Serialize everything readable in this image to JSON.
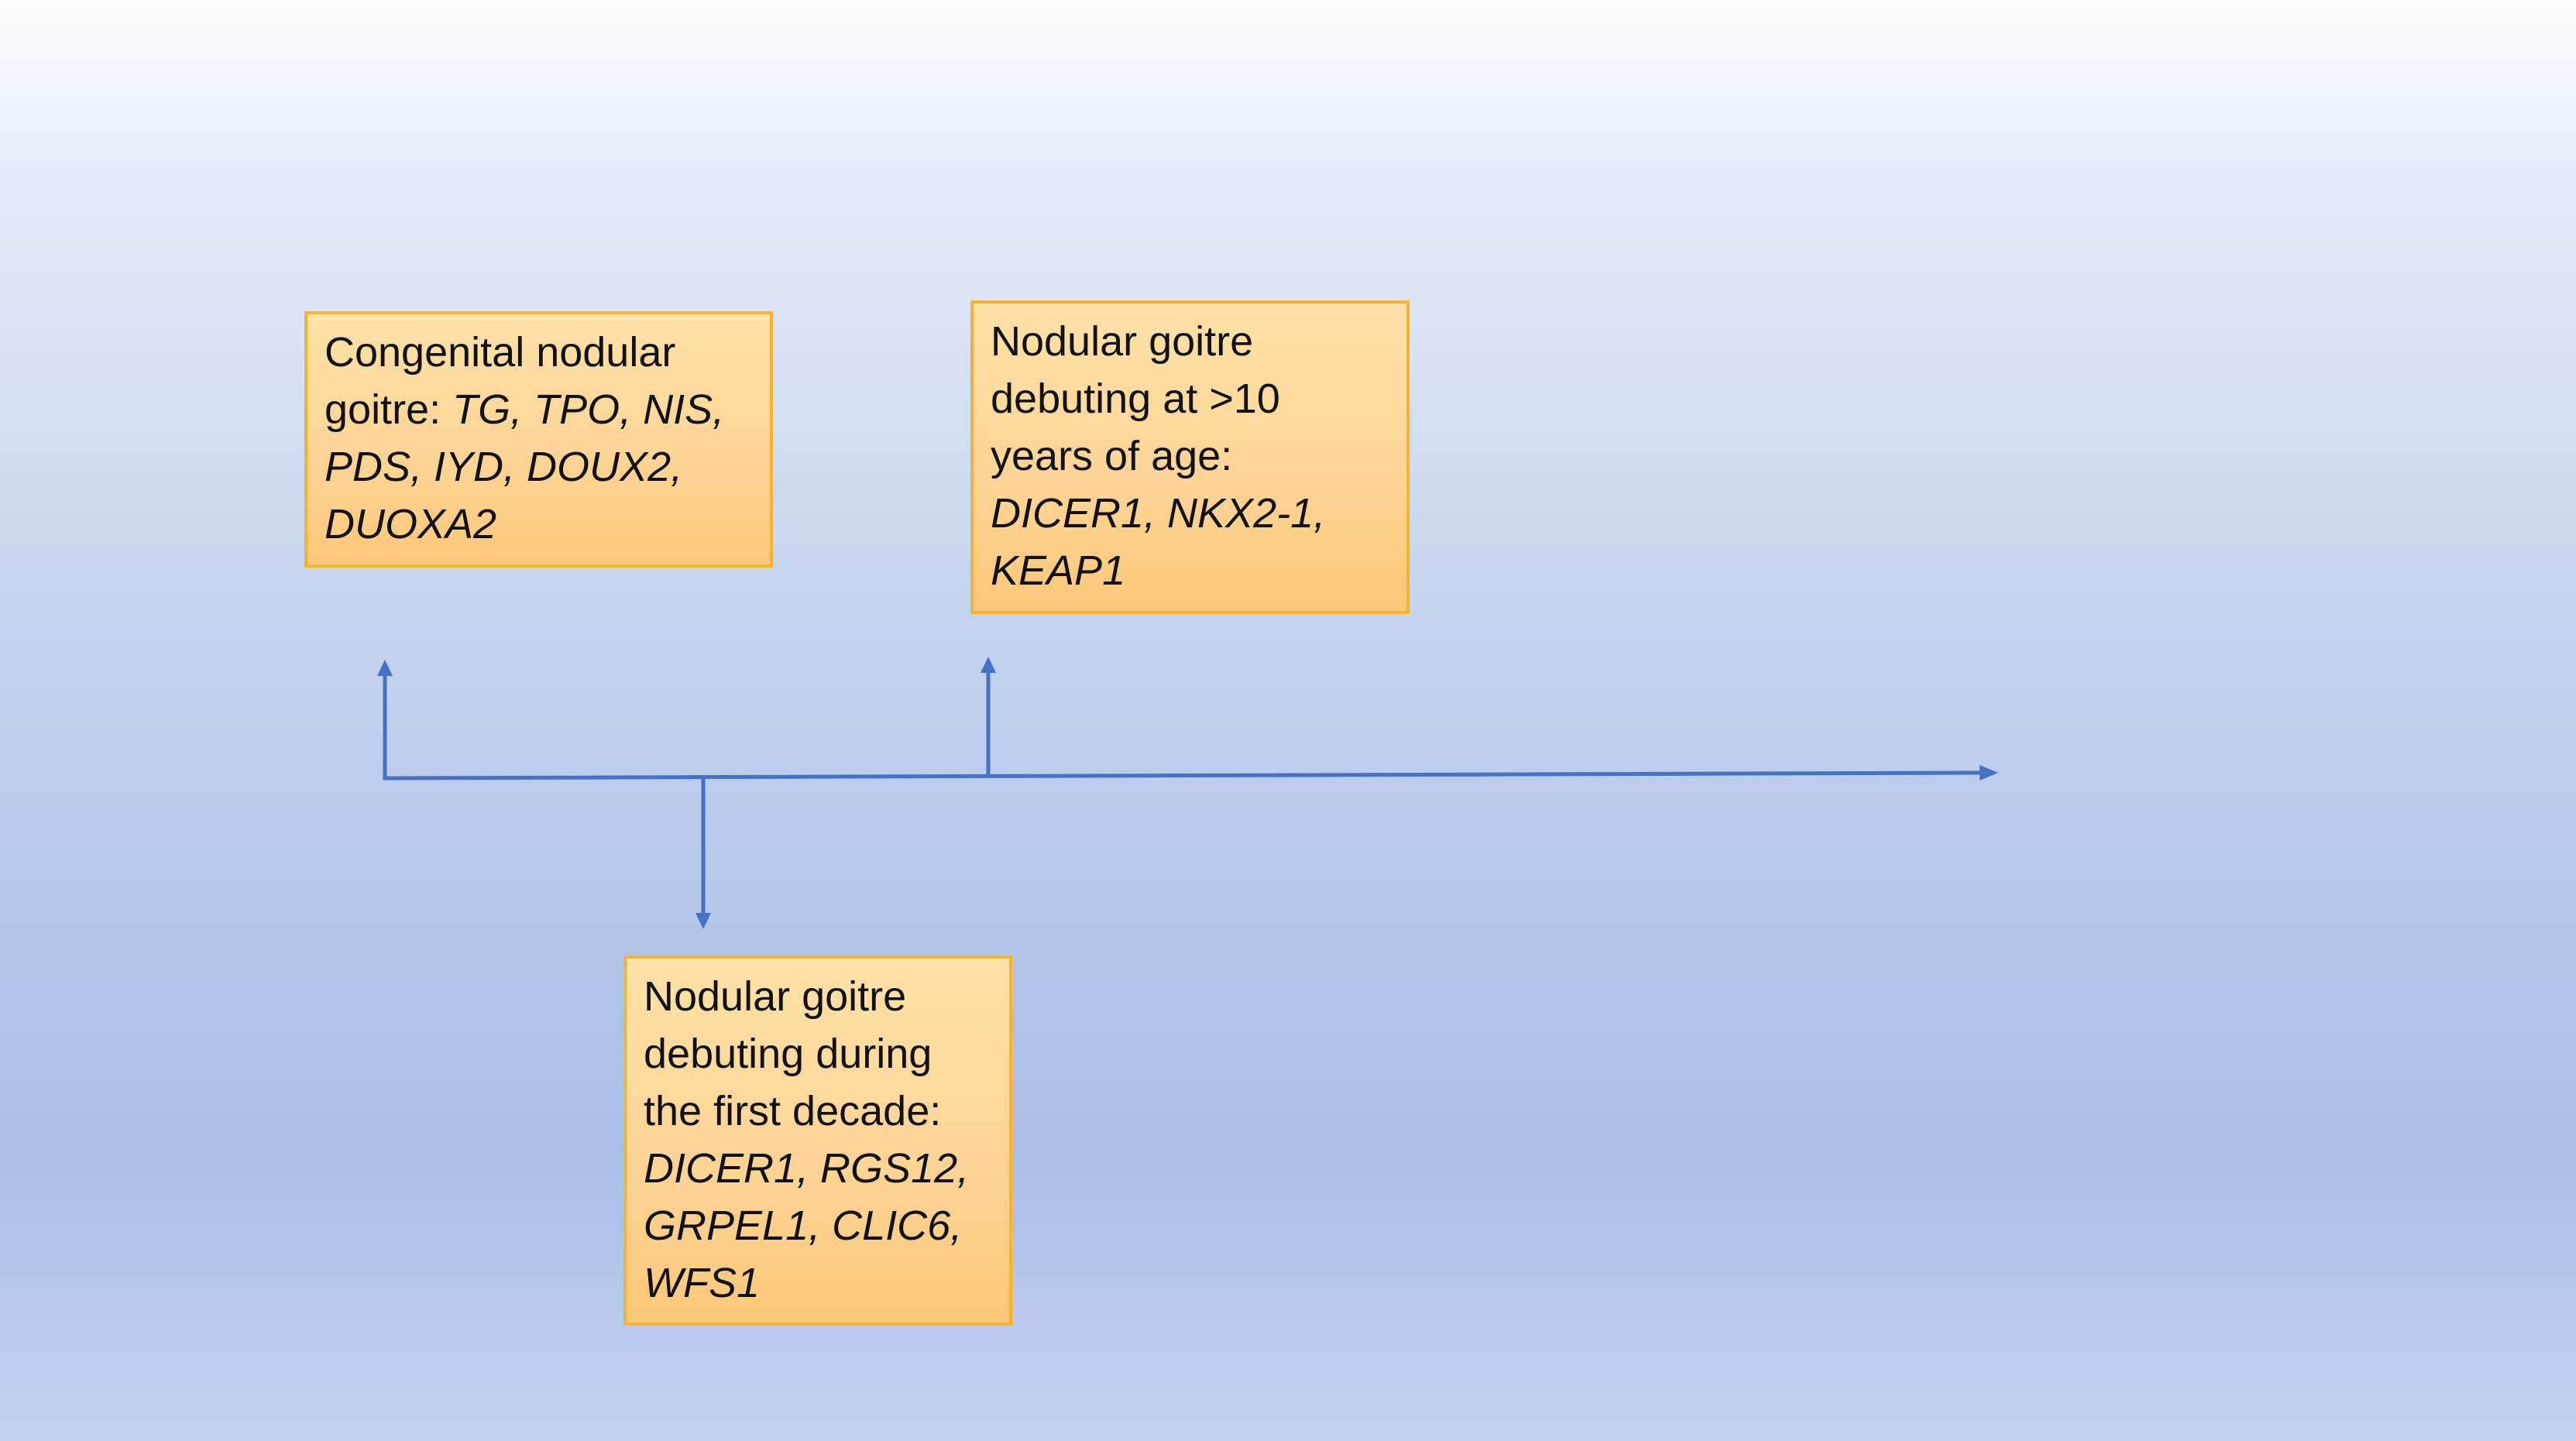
{
  "colors": {
    "timeline": "#4472c4",
    "box_fill": "#fed596",
    "box_border": "#f6b42e",
    "text": "#111111"
  },
  "boxes": {
    "congenital": {
      "label": "Congenital nodular goitre: ",
      "genes": "TG, TPO, NIS, PDS, IYD, DOUX2, DUOXA2"
    },
    "first_decade": {
      "label": "Nodular goitre debuting during the first decade: ",
      "genes": "DICER1, RGS12, GRPEL1, CLIC6, WFS1"
    },
    "over_ten_years": {
      "label": "Nodular goitre debuting at >10 years of age: ",
      "genes": "DICER1, NKX2-1, KEAP1"
    }
  }
}
